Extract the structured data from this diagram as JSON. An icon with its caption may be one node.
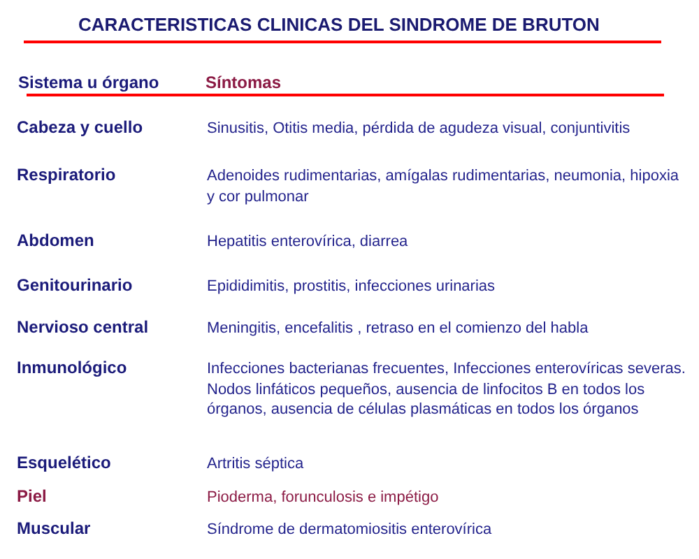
{
  "diagram": {
    "title": "CARACTERISTICAS CLINICAS DEL SINDROME DE BRUTON",
    "labels": [
      "Sistema u órgano",
      "Síntomas",
      "Cabeza y cuello",
      "Sinusitis, Otitis media, pérdida de agudeza visual, conjuntivitis",
      "Respiratorio",
      "Adenoides rudimentarias, amígalas rudimentarias, neumonia, hipoxia y cor pulmonar",
      "Abdomen",
      "Hepatitis enterovírica, diarrea",
      "Genitourinario",
      "Epididimitis, prostitis, infecciones urinarias",
      "Nervioso central",
      "Meningitis, encefalitis , retraso en el comienzo del habla",
      "Inmunológico",
      "Infecciones bacterianas frecuentes, Infecciones enterovíricas severas. Nodos linfáticos pequeños, ausencia de linfocitos B en todos los órganos, ausencia de células plasmáticas en todos los órganos",
      "Esquelético",
      "Artritis séptica",
      "Piel",
      "Pioderma, forunculosis e impétigo",
      "Muscular",
      "Síndrome de dermatomiositis enterovírica"
    ]
  }
}
